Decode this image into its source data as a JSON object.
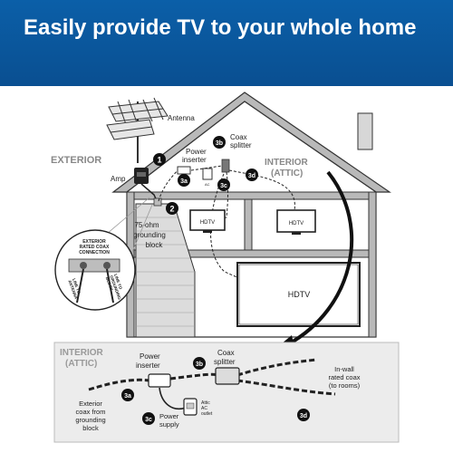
{
  "banner": {
    "title": "Easily provide TV to your whole home",
    "background_color": "#0a5398"
  },
  "house": {
    "exterior_label": "EXTERIOR",
    "interior_label_line1": "INTERIOR",
    "interior_label_line2": "(ATTIC)",
    "antenna_label": "Antenna",
    "amp_label": "Amp",
    "power_inserter_line1": "Power",
    "power_inserter_line2": "inserter",
    "coax_splitter_line1": "Coax",
    "coax_splitter_line2": "splitter",
    "ac_label": "AC",
    "grounding_line1": "75-ohm",
    "grounding_line2": "grounding",
    "grounding_line3": "block",
    "tv_labels": [
      "HDTV",
      "HDTV",
      "HDTV"
    ],
    "markers": [
      "1",
      "2",
      "3b",
      "3a",
      "3c",
      "3d"
    ]
  },
  "inset": {
    "line1": "EXTERIOR",
    "line2": "RATED COAX",
    "line3": "CONNECTION",
    "left_label_line1": "LINE TO",
    "left_label_line2": "ANTENNA",
    "right_label_line1": "LINE TO",
    "right_label_line2": "GROUNDING",
    "right_label_line3": "BLOCK"
  },
  "attic_detail": {
    "title_line1": "INTERIOR",
    "title_line2": "(ATTIC)",
    "power_inserter_line1": "Power",
    "power_inserter_line2": "inserter",
    "coax_splitter_line1": "Coax",
    "coax_splitter_line2": "splitter",
    "inwall_line1": "In-wall",
    "inwall_line2": "rated coax",
    "inwall_line3": "(to rooms)",
    "exterior_coax_line1": "Exterior",
    "exterior_coax_line2": "coax from",
    "exterior_coax_line3": "grounding",
    "exterior_coax_line4": "block",
    "power_supply_line1": "Power",
    "power_supply_line2": "supply",
    "attic_outlet_line1": "Attic",
    "attic_outlet_line2": "AC",
    "attic_outlet_line3": "outlet",
    "markers": [
      "3a",
      "3b",
      "3c",
      "3d"
    ]
  }
}
